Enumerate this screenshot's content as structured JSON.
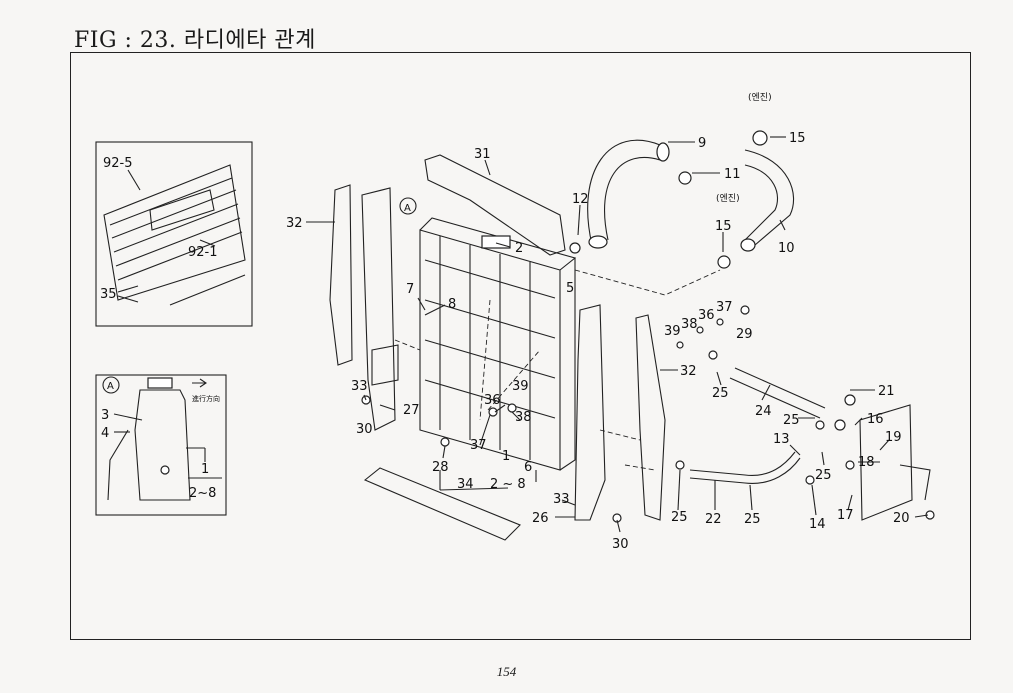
{
  "title": "FIG : 23. 라디에타 관계",
  "page_number": "154",
  "callouts": {
    "c92_5": "92-5",
    "c92_1": "92-1",
    "c35": "35",
    "c31": "31",
    "c32a": "32",
    "c32b": "32",
    "cA": "A",
    "cA2": "A",
    "c2": "2",
    "c12": "12",
    "c9": "9",
    "c11": "11",
    "c15a": "15",
    "c15b": "15",
    "c10": "10",
    "c5": "5",
    "c7": "7",
    "c8": "8",
    "c33a": "33",
    "c27": "27",
    "c30a": "30",
    "c39a": "39",
    "c36a": "36",
    "c38a": "38",
    "c37a": "37",
    "c28": "28",
    "c6": "6",
    "c1a": "1",
    "c2to8a": "2 ~ 8",
    "c34": "34",
    "c33b": "33",
    "c26": "26",
    "c30b": "30",
    "c39b": "39",
    "c38b": "38",
    "c36b": "36",
    "c37b": "37",
    "c29": "29",
    "c25a": "25",
    "c24": "24",
    "c25b": "25",
    "c21": "21",
    "c16": "16",
    "c13": "13",
    "c19": "19",
    "c25c": "25",
    "c18": "18",
    "c14": "14",
    "c17": "17",
    "c20": "20",
    "c25d": "25",
    "c22": "22",
    "c25e": "25",
    "c3": "3",
    "c4": "4",
    "c1b": "1",
    "c2to8b": "2~8"
  },
  "notes": {
    "engine_top": "(엔진)",
    "engine_mid": "(엔진)",
    "direction": "進行方向"
  }
}
